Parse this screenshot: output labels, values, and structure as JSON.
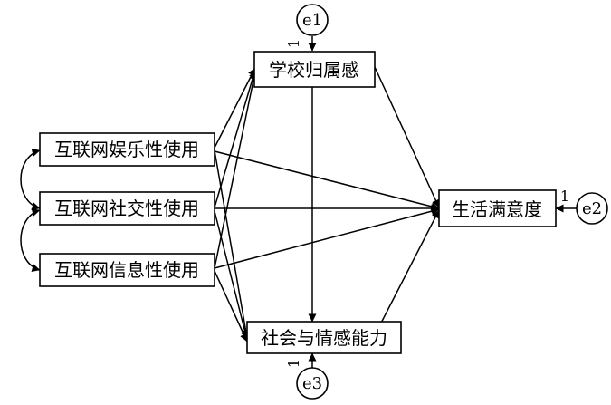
{
  "nodes": {
    "belonging": "学校归属感",
    "entertainment": "互联网娱乐性使用",
    "social": "互联网社交性使用",
    "information": "互联网信息性使用",
    "satisfaction": "生活满意度",
    "emotional": "社会与情感能力"
  },
  "errors": {
    "e1": "e1",
    "e2": "e2",
    "e3": "e3"
  },
  "loadings": {
    "e1": "1",
    "e2": "1",
    "e3": "1"
  }
}
